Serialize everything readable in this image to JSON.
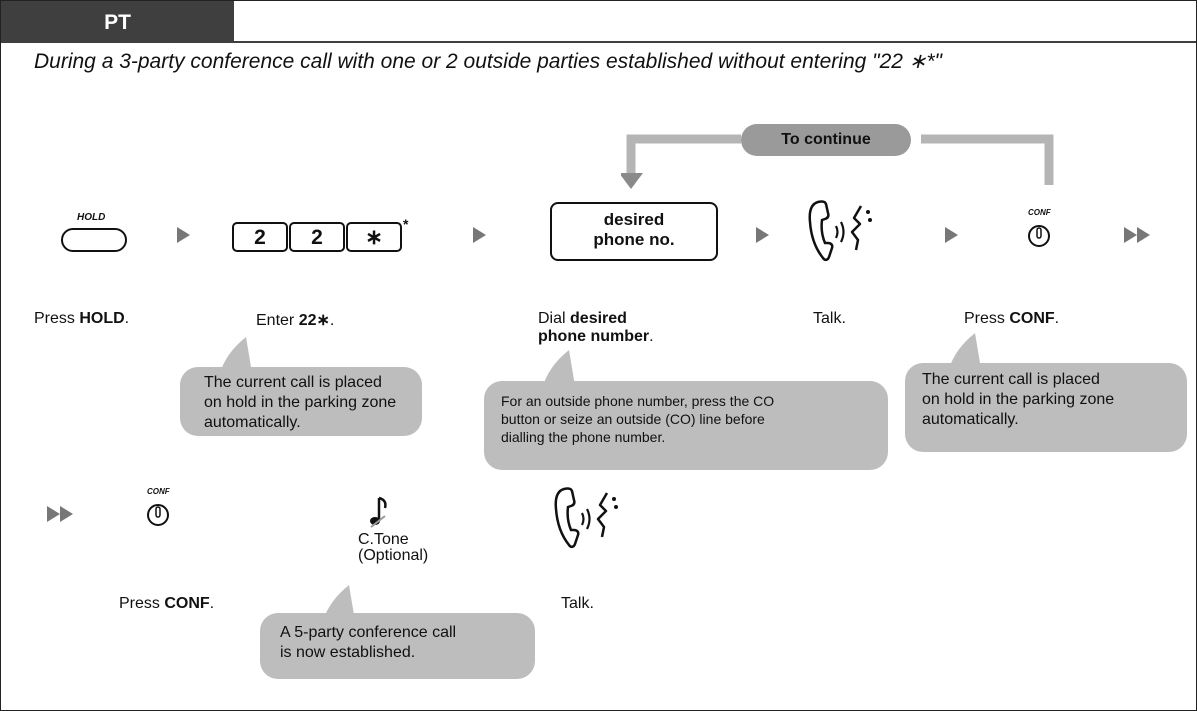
{
  "tab": {
    "label": "PT"
  },
  "intro": "During a 3-party conference call with one or 2 outside parties established without entering \"22 ∗*\"",
  "loop": {
    "label": "To continue"
  },
  "steps_row1": {
    "hold_button_text": "HOLD",
    "hold_caption_prefix": "Press ",
    "hold_caption_bold": "HOLD",
    "hold_caption_suffix": ".",
    "keys": [
      "2",
      "2",
      "∗"
    ],
    "keys_footnote": "*",
    "enter_caption_prefix": "Enter ",
    "enter_caption_bold": "22∗",
    "enter_caption_suffix": ".",
    "phone_box_line1": "desired",
    "phone_box_line2": "phone no.",
    "dial_caption_prefix": "Dial ",
    "dial_caption_bold1": "desired",
    "dial_caption_bold2": "phone number",
    "dial_caption_suffix": ".",
    "talk_caption": "Talk.",
    "conf_button_text": "CONF",
    "conf_caption_prefix": "Press ",
    "conf_caption_bold": "CONF",
    "conf_caption_suffix": "."
  },
  "bubbles_row1": {
    "hold_note": [
      "The current call is placed",
      "on hold in the parking zone",
      "automatically."
    ],
    "dial_note": [
      "For an outside phone number, press the CO",
      "button or seize an outside (CO) line before",
      "dialling the phone number."
    ],
    "conf_note": [
      "The current call is placed",
      "on hold in the parking zone",
      "automatically."
    ]
  },
  "steps_row2": {
    "conf_button_text": "CONF",
    "conf_caption_prefix": "Press ",
    "conf_caption_bold": "CONF",
    "conf_caption_suffix": ".",
    "tone_line1": "C.Tone",
    "tone_line2": "(Optional)",
    "talk_caption": "Talk."
  },
  "bubbles_row2": {
    "established_note": [
      "A 5-party conference call",
      "is now established."
    ]
  },
  "colors": {
    "tab_bg": "#3f3f3f",
    "bubble_bg": "#bdbdbd",
    "arrow": "#777777",
    "loop_line": "#b5b5b5",
    "pill_bg": "#9a9a9a"
  },
  "icons": [
    "hold-button-icon",
    "handset-talk-icon",
    "conf-button-icon",
    "music-note-icon"
  ]
}
